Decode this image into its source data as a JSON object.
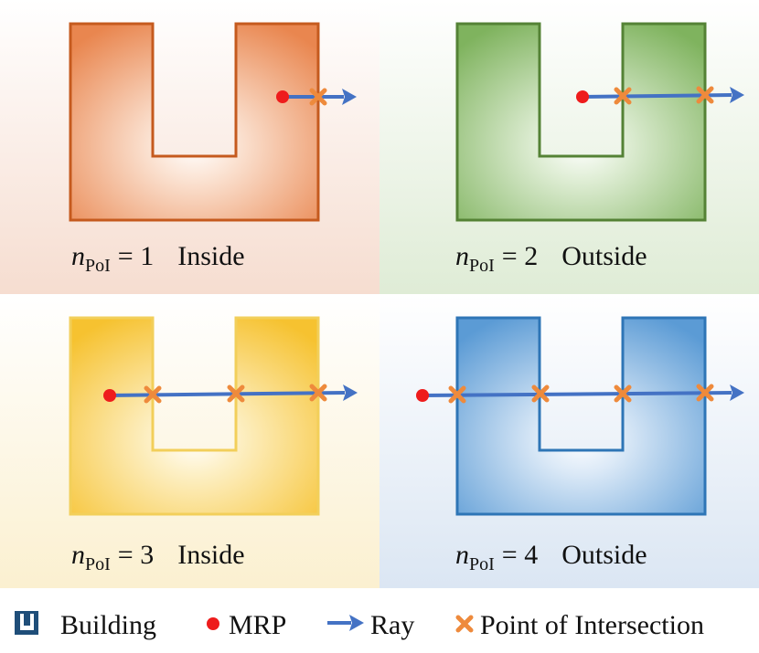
{
  "panels": [
    {
      "count_label": "= 1",
      "status": "Inside",
      "bg_color": "#f6ddd0",
      "fill_color": "#e9864f",
      "stroke_color": "#c55a1e"
    },
    {
      "count_label": "= 2",
      "status": "Outside",
      "bg_color": "#dfecd6",
      "fill_color": "#7fb35e",
      "stroke_color": "#548235"
    },
    {
      "count_label": "= 3",
      "status": "Inside",
      "bg_color": "#fbf0d0",
      "fill_color": "#f6c230",
      "stroke_color": "#f2cf5a"
    },
    {
      "count_label": "= 4",
      "status": "Outside",
      "bg_color": "#dbe6f3",
      "fill_color": "#5b9bd5",
      "stroke_color": "#2e75b6"
    }
  ],
  "variable": {
    "base": "n",
    "subscript": "PoI"
  },
  "legend": {
    "building": "Building",
    "mrp": "MRP",
    "ray": "Ray",
    "poi": "Point of Intersection"
  },
  "colors": {
    "mrp": "#ee1c1c",
    "ray": "#4472c4",
    "poi": "#ee8a3c",
    "legend_icon": "#1f4e79"
  },
  "icons": {
    "building": "u-building-icon",
    "mrp": "red-dot-icon",
    "ray": "right-arrow-icon",
    "poi": "orange-cross-icon"
  }
}
